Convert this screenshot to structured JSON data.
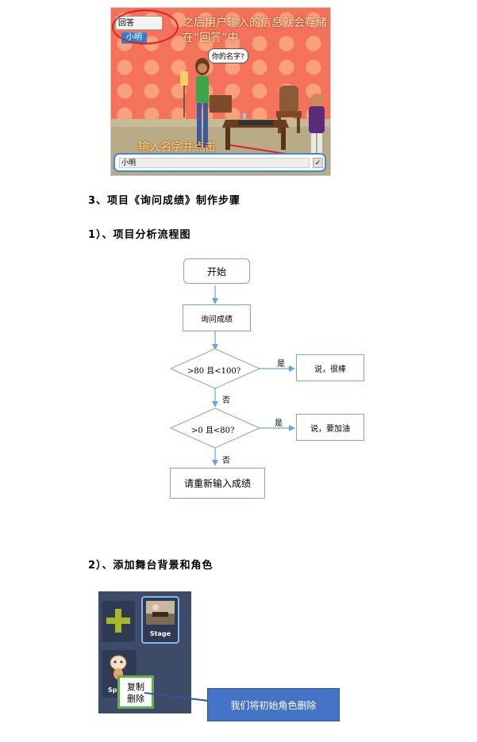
{
  "stage": {
    "ask_label": "回答",
    "ask_value": "小明",
    "note": "之后用户输入的信息就会存储在“回答”中",
    "speech": "你的名字?",
    "hint": "输入名字并点击",
    "input_value": "小明",
    "check_symbol": "✓"
  },
  "section3": {
    "title": "3、项目《询问成绩》制作步骤"
  },
  "step1": {
    "title": "1）、项目分析流程图"
  },
  "flowchart": {
    "start": "开始",
    "ask": "询问成绩",
    "cond1": ">80 且<100?",
    "yes1": "是",
    "out1": "说，很棒",
    "no1": "否",
    "cond2": ">0 且<80?",
    "yes2": "是",
    "out2": "说，要加油",
    "no2": "否",
    "retry": "请重新输入成绩"
  },
  "step2": {
    "title": "2）、添加舞台背景和角色"
  },
  "sprite_panel": {
    "stage_label": "Stage",
    "sprite_label": "Spr",
    "menu_copy": "复制",
    "menu_delete": "删除",
    "callout": "我们将初始角色删除"
  },
  "colors": {
    "accent_red": "#e02020",
    "flow_border": "#7bb87b",
    "flow_arrow": "#6fa3d6",
    "callout_bg": "#4472c4",
    "menu_border": "#63b14b"
  }
}
